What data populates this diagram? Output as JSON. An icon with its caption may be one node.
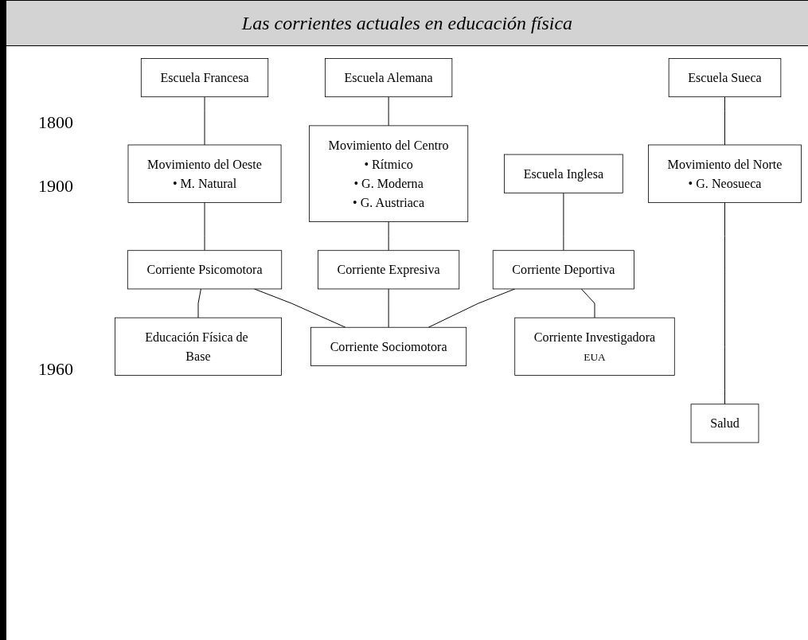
{
  "diagram": {
    "title": "Las corrientes actuales en educación física",
    "nodes": [
      {
        "text": [
          "Escuela Sueca"
        ]
      },
      {
        "text": [
          "Escuela Francesa"
        ]
      },
      {
        "text": [
          "Escuela Alemana"
        ]
      },
      {
        "text": [
          "Escuela Inglesa"
        ]
      },
      {
        "text": [
          "Movimiento del Norte",
          "• G. Neosueca"
        ]
      },
      {
        "text": [
          "Movimiento del Oeste",
          "• M. Natural"
        ]
      },
      {
        "text": [
          "Movimiento del Centro",
          "• Rítmico",
          "• G. Moderna",
          "• G. Austriaca"
        ]
      },
      {
        "text": [
          "Corriente Psicomotora"
        ]
      },
      {
        "text": [
          "Corriente Expresiva"
        ]
      },
      {
        "text": [
          "Corriente Deportiva"
        ]
      },
      {
        "text": [
          "Educación Física de Base"
        ]
      },
      {
        "text": [
          "Corriente Sociomotora"
        ]
      },
      {
        "text": [
          "Corriente Investigadora",
          "EUA"
        ]
      },
      {
        "text": [
          "Salud"
        ]
      }
    ],
    "edges": [
      {
        "from": 0,
        "to": 4,
        "arrow": "none"
      },
      {
        "from": 1,
        "to": 5,
        "arrow": "none"
      },
      {
        "from": 2,
        "to": 6,
        "arrow": "none"
      },
      {
        "from": 3,
        "to": 9,
        "arrow": "none"
      },
      {
        "from": 4,
        "to": 13,
        "arrow": "none"
      },
      {
        "from": 5,
        "to": 7,
        "arrow": "none"
      },
      {
        "from": 6,
        "to": 8,
        "arrow": "none"
      },
      {
        "from": 7,
        "to": 10,
        "arrow": "none"
      },
      {
        "from": 7,
        "to": 11,
        "arrow": "none"
      },
      {
        "from": 8,
        "to": 11,
        "arrow": "none"
      },
      {
        "from": 9,
        "to": 11,
        "arrow": "none"
      },
      {
        "from": 9,
        "to": 12,
        "arrow": "none"
      }
    ],
    "labels": [
      "1800",
      "1900",
      "1960"
    ]
  }
}
